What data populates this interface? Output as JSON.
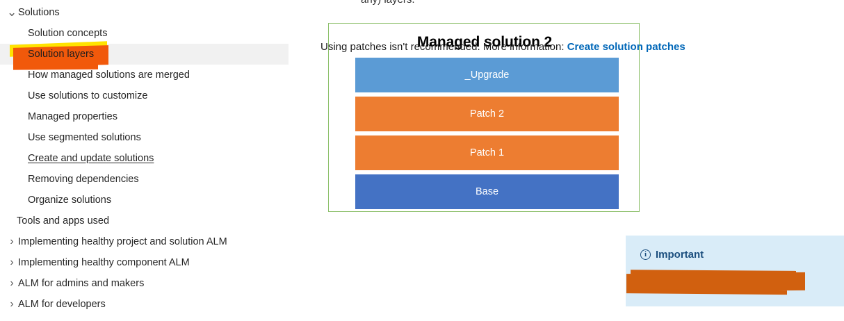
{
  "sidebar": {
    "items": [
      {
        "label": "Solutions",
        "level": 0,
        "chevron": "chevron-down-icon",
        "state": "expanded"
      },
      {
        "label": "Solution concepts",
        "level": 1,
        "chevron": "",
        "state": "normal"
      },
      {
        "label": "Solution layers",
        "level": 1,
        "chevron": "",
        "state": "active"
      },
      {
        "label": "How managed solutions are merged",
        "level": 1,
        "chevron": "",
        "state": "normal"
      },
      {
        "label": "Use solutions to customize",
        "level": 1,
        "chevron": "",
        "state": "normal"
      },
      {
        "label": "Managed properties",
        "level": 1,
        "chevron": "",
        "state": "normal"
      },
      {
        "label": "Use segmented solutions",
        "level": 1,
        "chevron": "",
        "state": "normal"
      },
      {
        "label": "Create and update solutions",
        "level": 1,
        "chevron": "",
        "state": "underlined"
      },
      {
        "label": "Removing dependencies",
        "level": 1,
        "chevron": "",
        "state": "normal"
      },
      {
        "label": "Organize solutions",
        "level": 1,
        "chevron": "",
        "state": "normal"
      },
      {
        "label": "Tools and apps used",
        "level": 0,
        "chevron": "",
        "state": "normal"
      },
      {
        "label": "Implementing healthy project and solution ALM",
        "level": 0,
        "chevron": "chevron-right-icon",
        "state": "collapsed"
      },
      {
        "label": "Implementing healthy component ALM",
        "level": 0,
        "chevron": "chevron-right-icon",
        "state": "collapsed"
      },
      {
        "label": "ALM for admins and makers",
        "level": 0,
        "chevron": "chevron-right-icon",
        "state": "collapsed"
      },
      {
        "label": "ALM for developers",
        "level": 0,
        "chevron": "chevron-right-icon",
        "state": "collapsed"
      }
    ],
    "active_row_background": "#f1f1f1",
    "highlight_yellow": "#ffe300",
    "highlight_orange": "#f1590b"
  },
  "content": {
    "clipped_text": "any) layers.",
    "diagram": {
      "title": "Managed solution 2",
      "border_color": "#8dc06b",
      "layers": [
        {
          "label": "_Upgrade",
          "color": "#5b9bd5"
        },
        {
          "label": "Patch 2",
          "color": "#ed7d31"
        },
        {
          "label": "Patch 1",
          "color": "#ed7d31"
        },
        {
          "label": "Base",
          "color": "#4472c4"
        }
      ]
    }
  },
  "callout": {
    "icon": "info-circle-icon",
    "title": "Important",
    "body_text": "Using patches isn't recommended. More information: ",
    "link_text": "Create solution patches",
    "background": "#d9ecf8",
    "title_color": "#1b4e7e",
    "link_color": "#0067b8",
    "highlight_color": "#d1600f"
  }
}
